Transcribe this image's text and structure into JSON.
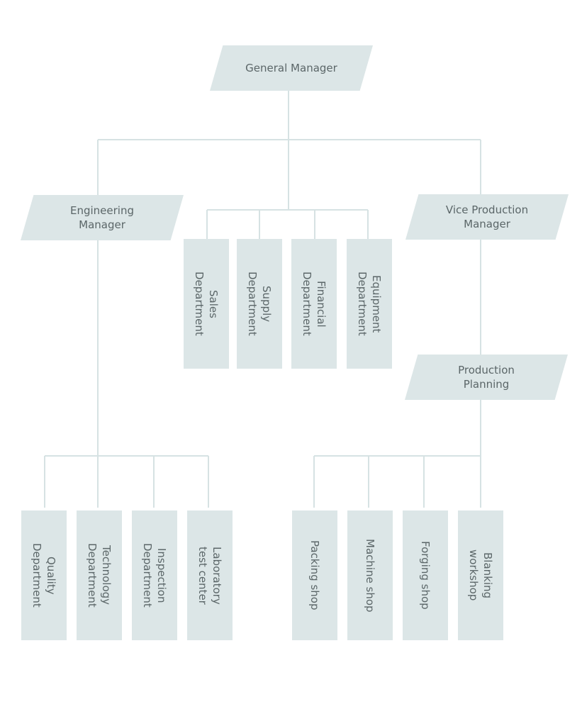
{
  "chart": {
    "top": "General Manager",
    "managers": {
      "engineering": "Engineering\nManager",
      "vice_production": "Vice Production\nManager",
      "production_planning": "Production\nPlanning"
    },
    "departments": {
      "sales": "Sales\nDepartment",
      "supply": "Supply\nDepartment",
      "financial": "Financial\nDepartment",
      "equipment": "Equipment\nDepartment"
    },
    "engineering_units": {
      "quality": "Quality\nDepartment",
      "technology": "Technology\nDepartment",
      "inspection": "Inspection\nDepartment",
      "laboratory": "Laboratory\ntest center"
    },
    "production_units": {
      "packing": "Packing shop",
      "machine": "Machine shop",
      "forging": "Forging shop",
      "blanking": "Blanking\nworkshop"
    }
  },
  "colors": {
    "box": "#dce6e7",
    "line": "#d6e2e3",
    "text": "#5b6668"
  }
}
